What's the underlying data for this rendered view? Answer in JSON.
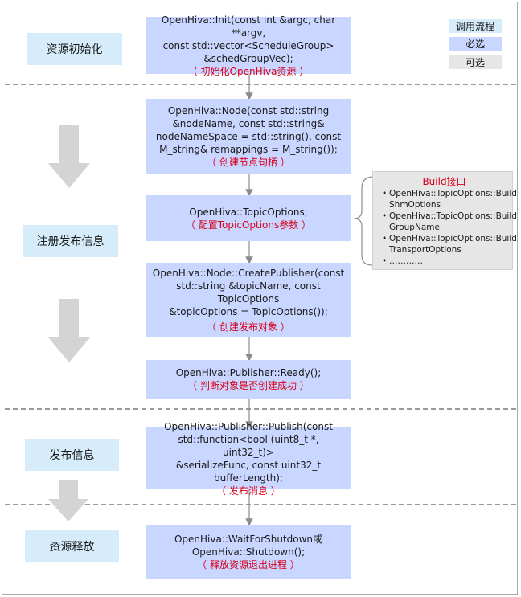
{
  "legend": {
    "call_flow": "调用流程",
    "required": "必选",
    "optional": "可选"
  },
  "colors": {
    "stage_bg": "#d6ecfb",
    "required_bg": "#c9d6ff",
    "optional_bg": "#e6e6e6",
    "annotation_red": "#d9001b"
  },
  "stages": {
    "init": "资源初始化",
    "register": "注册发布信息",
    "publish": "发布信息",
    "release": "资源释放"
  },
  "steps": {
    "init": {
      "lines": [
        "OpenHiva::Init(const int &argc, char **argv,",
        "const std::vector<ScheduleGroup>",
        "&schedGroupVec);"
      ],
      "note": "（ 初始化OpenHiva资源 ）"
    },
    "node": {
      "lines": [
        "OpenHiva::Node(const std::string",
        "&nodeName, const std::string&",
        "nodeNameSpace = std::string(), const",
        "M_string& remappings = M_string());"
      ],
      "note": "（ 创建节点句柄 ）"
    },
    "topic_options": {
      "lines": [
        "OpenHiva::TopicOptions;"
      ],
      "note": "（ 配置TopicOptions参数 ）"
    },
    "create_publisher": {
      "lines": [
        "OpenHiva::Node::CreatePublisher(const",
        "std::string &topicName, const TopicOptions",
        "&topicOptions = TopicOptions());"
      ],
      "note": "（ 创建发布对象 ）"
    },
    "ready": {
      "lines": [
        "OpenHiva::Publisher::Ready();"
      ],
      "note": "（ 判断对象是否创建成功 ）"
    },
    "publish": {
      "lines": [
        "OpenHiva::Publisher::Publish(const",
        "std::function<bool (uint8_t *, uint32_t)>",
        "&serializeFunc, const uint32_t bufferLength);"
      ],
      "note": "（ 发布消息 ）"
    },
    "shutdown": {
      "lines": [
        "OpenHiva::WaitForShutdown或",
        "OpenHiva::Shutdown();"
      ],
      "note": "（ 释放资源退出进程 ）"
    }
  },
  "build_note": {
    "title": "Build接口",
    "items": [
      [
        "OpenHiva::TopicOptions::Build",
        "ShmOptions"
      ],
      [
        "OpenHiva::TopicOptions::Build",
        "GroupName"
      ],
      [
        "OpenHiva::TopicOptions::Build",
        "TransportOptions"
      ],
      [
        "…………"
      ]
    ]
  }
}
